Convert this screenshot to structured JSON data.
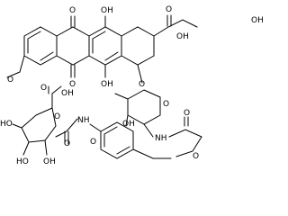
{
  "structure": {
    "atoms": {
      "o_quinone_top": "O",
      "oh_top_ring": "OH",
      "oh_ketone_side": "O",
      "oh_hydroxyl_c9": "OH",
      "oh_side_chain": "OH",
      "o_methoxy": "O",
      "o_quinone_bottom": "O",
      "oh_bottom_ring": "OH",
      "o_glycoside": "O",
      "o_sugar_ring": "O",
      "oh_sugar": "OH",
      "o_acid_carbonyl": "O",
      "oh_acid": "OH",
      "o_glucuronide_ring": "O",
      "o_carbamate_link": "O",
      "nh_left": "NH",
      "o_carbamate_left": "O",
      "nh_right": "NH",
      "o_carbamate_right": "O",
      "o_benzyl_ether": "O",
      "ho_1": "HO",
      "ho_2": "HO",
      "oh_3": "OH"
    }
  }
}
